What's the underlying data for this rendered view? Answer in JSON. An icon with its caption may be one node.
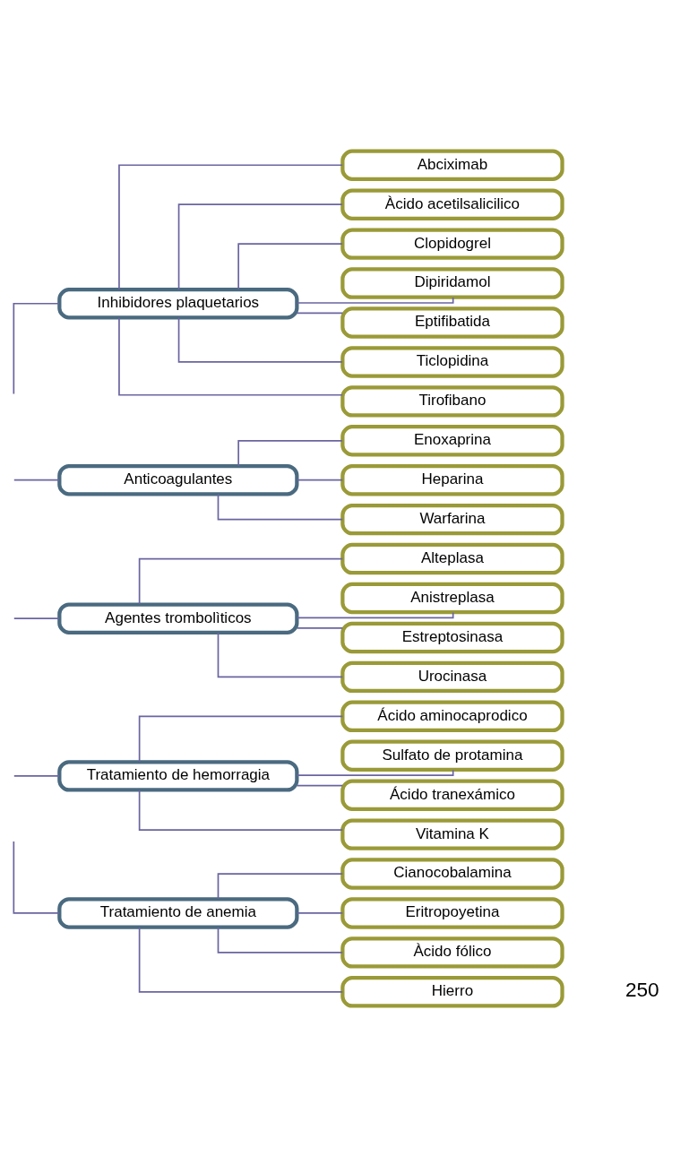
{
  "diagram": {
    "nodes": [
      {
        "text": [
          "Inhibidores plaquetarios"
        ]
      },
      {
        "text": [
          "Abciximab"
        ]
      },
      {
        "text": [
          "Àcido acetilsalicilico"
        ]
      },
      {
        "text": [
          "Clopidogrel"
        ]
      },
      {
        "text": [
          "Dipiridamol"
        ]
      },
      {
        "text": [
          "Eptifibatida"
        ]
      },
      {
        "text": [
          "Ticlopidina"
        ]
      },
      {
        "text": [
          "Tirofibano"
        ]
      },
      {
        "text": [
          "Anticoagulantes"
        ]
      },
      {
        "text": [
          "Enoxaprina"
        ]
      },
      {
        "text": [
          "Heparina"
        ]
      },
      {
        "text": [
          "Warfarina"
        ]
      },
      {
        "text": [
          "Agentes trombolìticos"
        ]
      },
      {
        "text": [
          "Alteplasa"
        ]
      },
      {
        "text": [
          "Anistreplasa"
        ]
      },
      {
        "text": [
          "Estreptosinasa"
        ]
      },
      {
        "text": [
          "Urocinasa"
        ]
      },
      {
        "text": [
          "Tratamiento de hemorragia"
        ]
      },
      {
        "text": [
          "Ácido aminocaprodico"
        ]
      },
      {
        "text": [
          "Sulfato de protamina"
        ]
      },
      {
        "text": [
          "Ácido tranexámico"
        ]
      },
      {
        "text": [
          "Vitamina K"
        ]
      },
      {
        "text": [
          "Tratamiento de anemia"
        ]
      },
      {
        "text": [
          "Cianocobalamina"
        ]
      },
      {
        "text": [
          "Eritropoyetina"
        ]
      },
      {
        "text": [
          "Àcido fólico"
        ]
      },
      {
        "text": [
          "Hierro"
        ]
      }
    ],
    "edges": [
      {
        "from": null,
        "to": 0,
        "arrow": "none"
      },
      {
        "from": 0,
        "to": 1,
        "arrow": "none"
      },
      {
        "from": 0,
        "to": 2,
        "arrow": "none"
      },
      {
        "from": 0,
        "to": 3,
        "arrow": "none"
      },
      {
        "from": 0,
        "to": 4,
        "arrow": "none"
      },
      {
        "from": 0,
        "to": 5,
        "arrow": "none"
      },
      {
        "from": 0,
        "to": 6,
        "arrow": "none"
      },
      {
        "from": 0,
        "to": 7,
        "arrow": "none"
      },
      {
        "from": null,
        "to": 8,
        "arrow": "none"
      },
      {
        "from": 8,
        "to": 9,
        "arrow": "none"
      },
      {
        "from": 8,
        "to": 10,
        "arrow": "none"
      },
      {
        "from": 8,
        "to": 11,
        "arrow": "none"
      },
      {
        "from": null,
        "to": 12,
        "arrow": "none"
      },
      {
        "from": 12,
        "to": 13,
        "arrow": "none"
      },
      {
        "from": 12,
        "to": 14,
        "arrow": "none"
      },
      {
        "from": 12,
        "to": 15,
        "arrow": "none"
      },
      {
        "from": 12,
        "to": 16,
        "arrow": "none"
      },
      {
        "from": null,
        "to": 17,
        "arrow": "none"
      },
      {
        "from": 17,
        "to": 18,
        "arrow": "none"
      },
      {
        "from": 17,
        "to": 19,
        "arrow": "none"
      },
      {
        "from": 17,
        "to": 20,
        "arrow": "none"
      },
      {
        "from": 17,
        "to": 21,
        "arrow": "none"
      },
      {
        "from": null,
        "to": 22,
        "arrow": "none"
      },
      {
        "from": 22,
        "to": 23,
        "arrow": "none"
      },
      {
        "from": 22,
        "to": 24,
        "arrow": "none"
      },
      {
        "from": 22,
        "to": 25,
        "arrow": "none"
      },
      {
        "from": 22,
        "to": 26,
        "arrow": "none"
      }
    ],
    "labels": [
      "250"
    ]
  }
}
